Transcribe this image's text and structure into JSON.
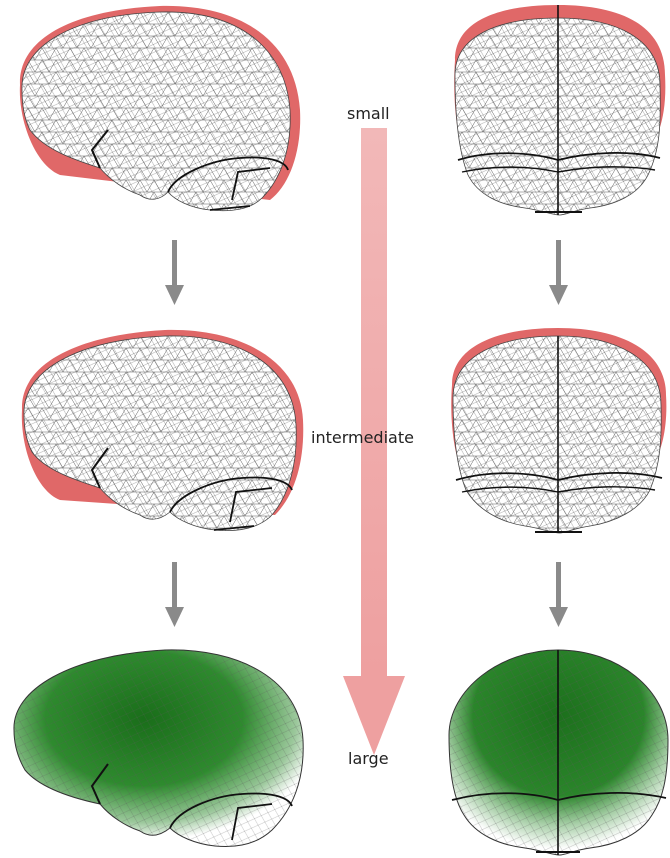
{
  "scale": {
    "labels": {
      "top": "small",
      "middle": "intermediate",
      "bottom": "large"
    },
    "arrow_color": "#eeaaaa"
  },
  "colors": {
    "mesh_fill": "#ffffff",
    "mesh_line": "#3a3a3a",
    "outline_red": "#e06060",
    "heat_green": "#1f7a1f",
    "step_arrow": "#8a8a8a"
  },
  "panels": [
    {
      "view": "side",
      "stage": "small"
    },
    {
      "view": "front",
      "stage": "small"
    },
    {
      "view": "side",
      "stage": "intermediate"
    },
    {
      "view": "front",
      "stage": "intermediate"
    },
    {
      "view": "side",
      "stage": "large"
    },
    {
      "view": "front",
      "stage": "large"
    }
  ]
}
